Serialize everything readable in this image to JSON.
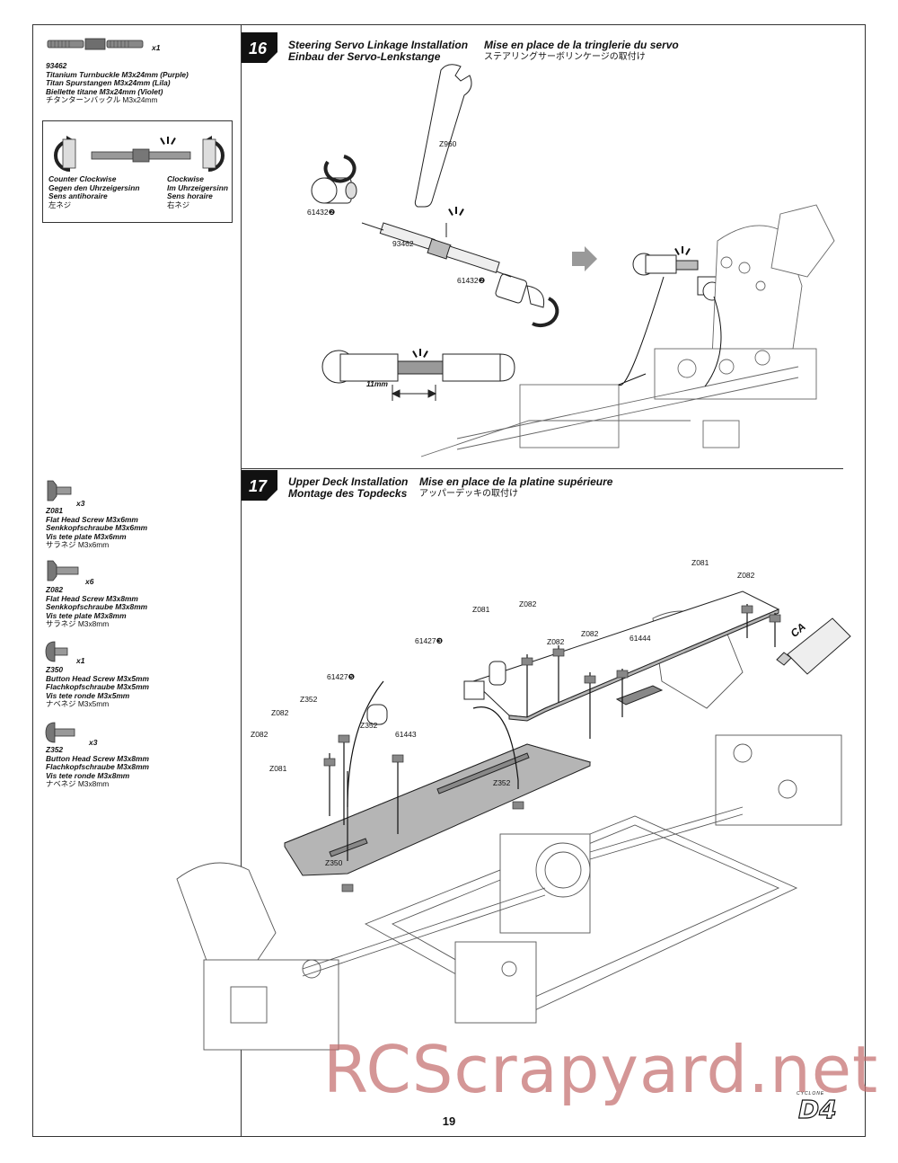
{
  "page_number": "19",
  "watermark": "RCScrapyard.net",
  "logo": {
    "top": "CYCLONE",
    "main": "D4"
  },
  "parts": {
    "p93462": {
      "qty": "x1",
      "code": "93462",
      "line1": "Titanium Turnbuckle M3x24mm (Purple)",
      "line2": "Titan Spurstangen M3x24mm (Lila)",
      "line3": "Biellette titane M3x24mm (Violet)",
      "jp": "チタンターンバックル M3x24mm"
    },
    "z081": {
      "qty": "x3",
      "code": "Z081",
      "line1": "Flat Head Screw M3x6mm",
      "line2": "Senkkopfschraube M3x6mm",
      "line3": "Vis tete plate M3x6mm",
      "jp": "サラネジ M3x6mm"
    },
    "z082": {
      "qty": "x6",
      "code": "Z082",
      "line1": "Flat Head Screw M3x8mm",
      "line2": "Senkkopfschraube M3x8mm",
      "line3": "Vis tete plate M3x8mm",
      "jp": "サラネジ M3x8mm"
    },
    "z350": {
      "qty": "x1",
      "code": "Z350",
      "line1": "Button Head Screw M3x5mm",
      "line2": "Flachkopfschraube M3x5mm",
      "line3": "Vis tete ronde M3x5mm",
      "jp": "ナベネジ M3x5mm"
    },
    "z352": {
      "qty": "x3",
      "code": "Z352",
      "line1": "Button Head Screw M3x8mm",
      "line2": "Flachkopfschraube M3x8mm",
      "line3": "Vis tete ronde M3x8mm",
      "jp": "ナベネジ M3x8mm"
    }
  },
  "direction": {
    "ccw": {
      "en": "Counter Clockwise",
      "de": "Gegen den Uhrzeigersinn",
      "fr": "Sens antihoraire",
      "jp": "左ネジ"
    },
    "cw": {
      "en": "Clockwise",
      "de": "Im Uhrzeigersinn",
      "fr": "Sens horaire",
      "jp": "右ネジ"
    }
  },
  "step16": {
    "number": "16",
    "title_en": "Steering Servo Linkage Installation",
    "title_de": "Einbau der Servo-Lenkstange",
    "title_fr": "Mise en place de la tringlerie du servo",
    "title_jp": "ステアリングサーボリンケージの取付け",
    "labels": {
      "wrench": "Z960",
      "end_left": "61432",
      "end_right": "61432",
      "rod": "93462",
      "qty_marker": "❷",
      "measure": "11mm"
    }
  },
  "step17": {
    "number": "17",
    "title_en": "Upper Deck Installation",
    "title_de": "Montage des Topdecks",
    "title_fr": "Mise en place de la platine supérieure",
    "title_jp": "アッパーデッキの取付け",
    "labels": {
      "z081_a": "Z081",
      "z082_a": "Z082",
      "z082_b": "Z082",
      "z081_b": "Z081",
      "z082_c": "Z082",
      "z082_d": "Z082",
      "z082_e": "Z082",
      "z082_f": "Z082",
      "z352_a": "Z352",
      "z352_b": "Z352",
      "z352_c": "Z352",
      "z350": "Z350",
      "z081_c": "Z081",
      "p61427a": "61427",
      "p61427a_marker": "❸",
      "p61427b": "61427",
      "p61427b_marker": "❺",
      "deck_front": "61443",
      "deck_rear": "61444",
      "ca": "CA"
    }
  },
  "colors": {
    "line": "#222222",
    "deck_fill": "#b5b5b5",
    "chassis": "#555555",
    "watermark": "#c46e6e"
  }
}
